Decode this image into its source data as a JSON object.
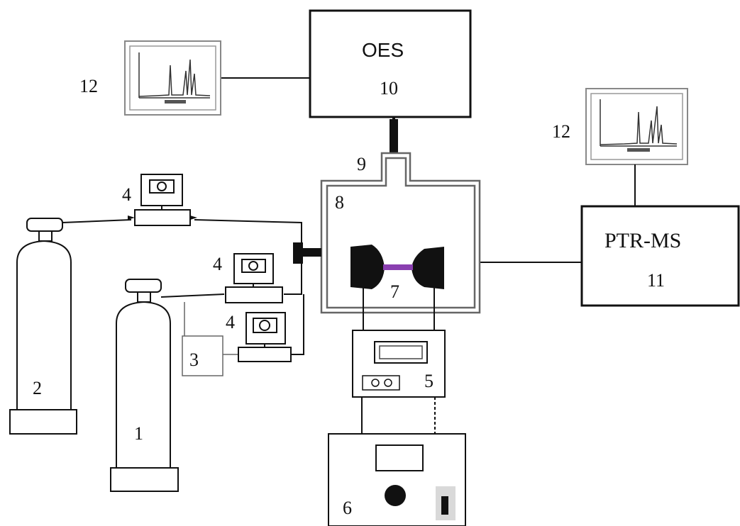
{
  "boxes": {
    "oes": {
      "title": "OES",
      "number": "10"
    },
    "ptrms": {
      "title": "PTR-MS",
      "number": "11"
    }
  },
  "labels": {
    "cylinder_1": "1",
    "cylinder_2": "2",
    "box_3": "3",
    "flow_top": "4",
    "flow_mid": "4",
    "flow_low": "4",
    "power_supply": "5",
    "generator": "6",
    "electrodes": "7",
    "chamber": "8",
    "port": "9",
    "monitor_left": "12",
    "monitor_right": "12"
  },
  "colors": {
    "stroke": "#111111",
    "plasma": "#8a3fb0",
    "panel_grey": "#d9d9d9"
  }
}
